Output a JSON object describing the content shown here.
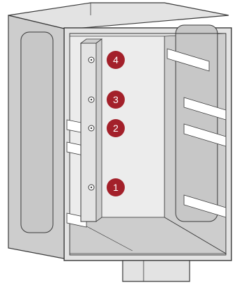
{
  "diagram": {
    "colors": {
      "panel_fill": "#e3e3e3",
      "panel_dark": "#cdcdcd",
      "outline": "#3a3a3a",
      "window_fill": "#c7c7c7",
      "shelf_fill": "#ffffff",
      "badge_fill": "#a3202a",
      "badge_text": "#ffffff"
    },
    "badges": [
      {
        "label": "4"
      },
      {
        "label": "3"
      },
      {
        "label": "2"
      },
      {
        "label": "1"
      }
    ]
  }
}
